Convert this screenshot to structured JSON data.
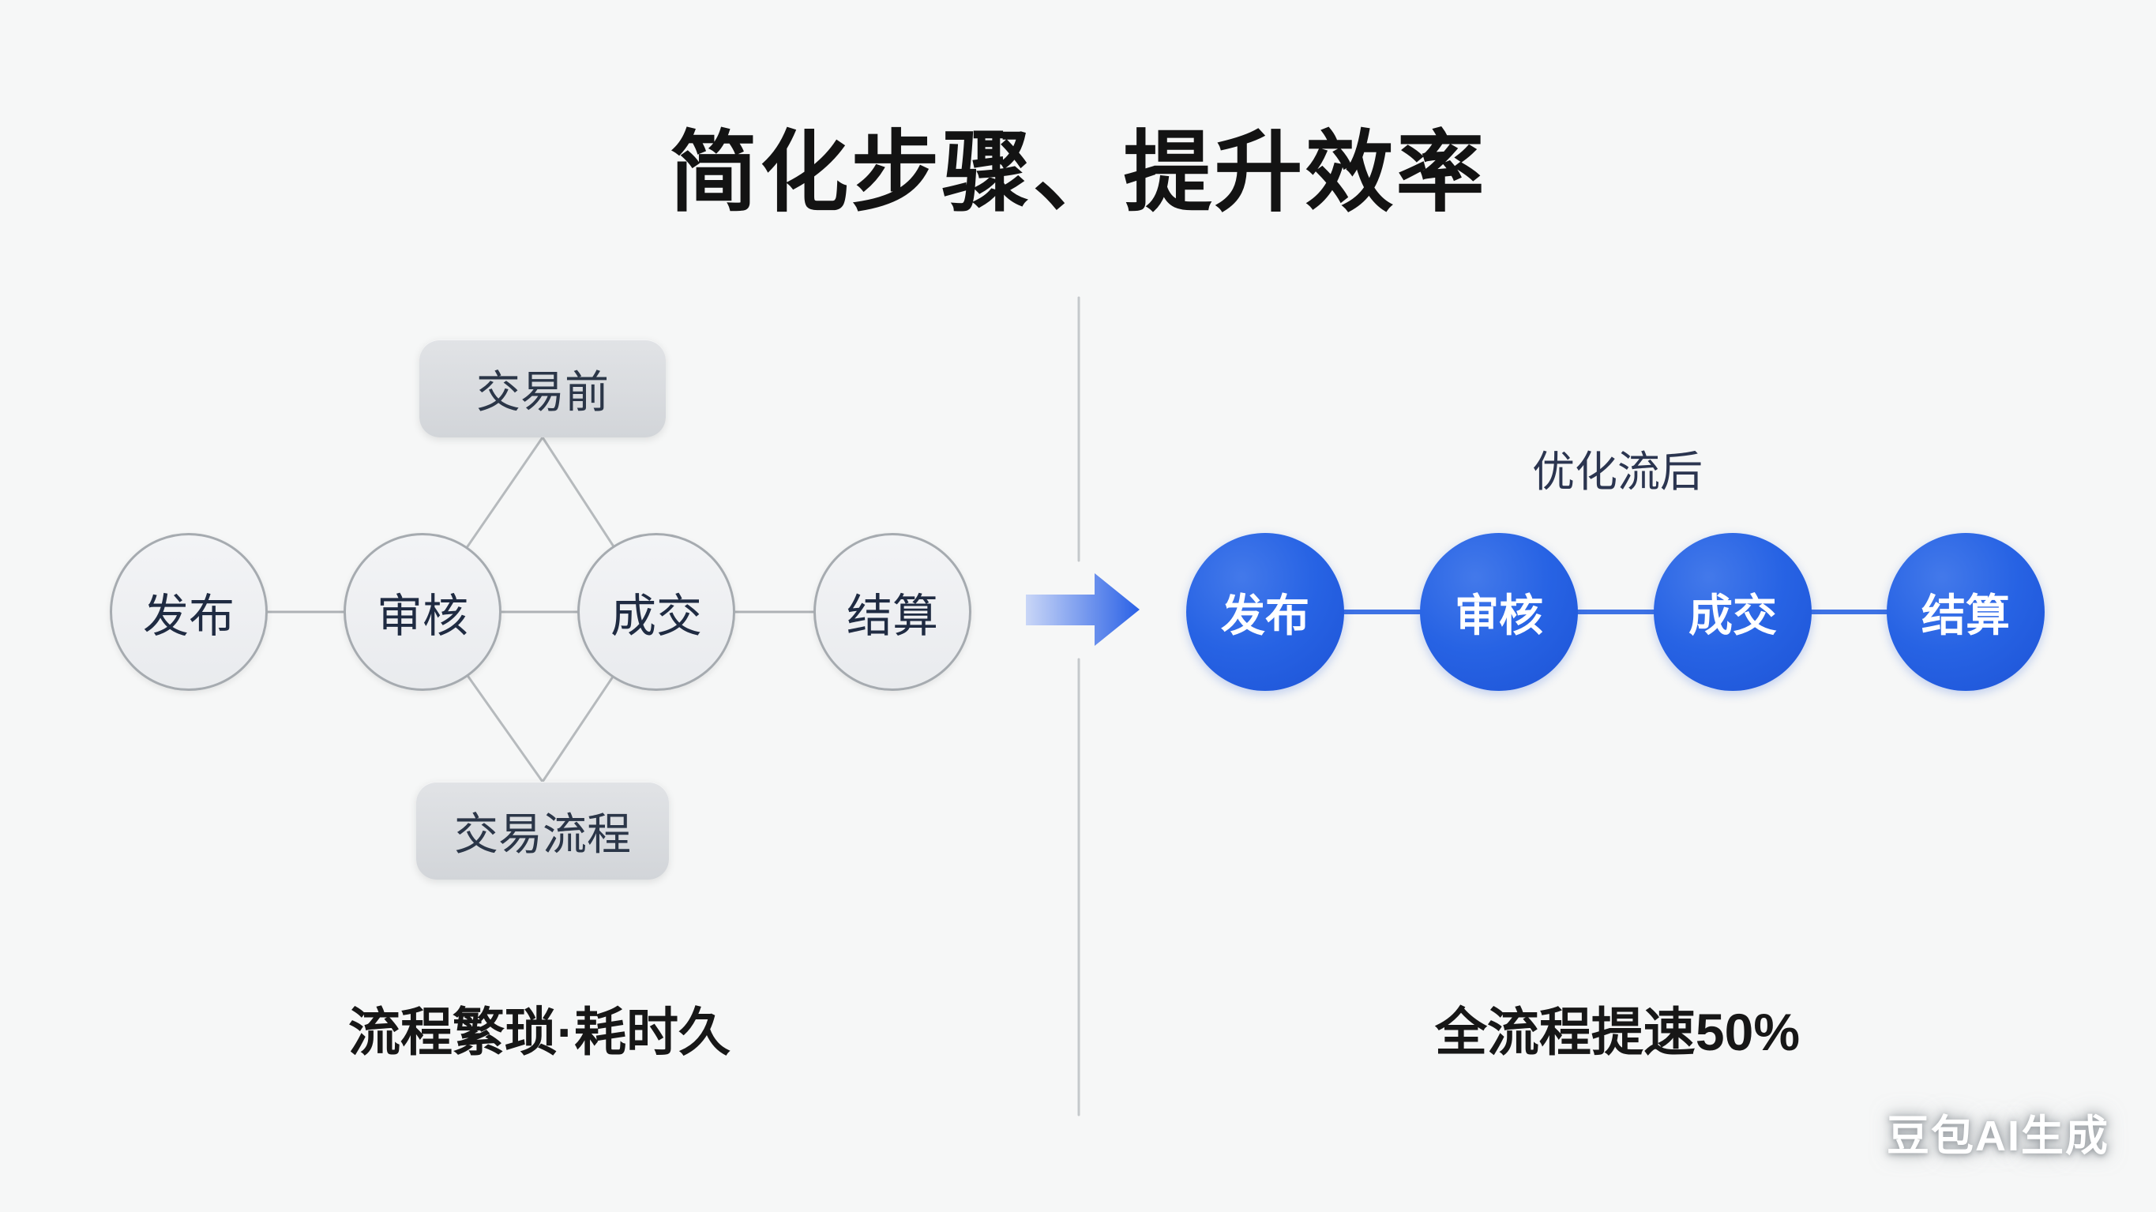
{
  "title": "简化步骤、提升效率",
  "before": {
    "group_top_label": "交易前",
    "group_bottom_label": "交易流程",
    "steps": [
      "发布",
      "审核",
      "成交",
      "结算"
    ],
    "caption": "流程繁琐·耗时久"
  },
  "after": {
    "label": "优化流后",
    "steps": [
      "发布",
      "审核",
      "成交",
      "结算"
    ],
    "caption": "全流程提速50%"
  },
  "watermark": "豆包AI生成",
  "colors": {
    "background": "#f6f7f7",
    "title_text": "#131313",
    "accent_blue": "#2763e4",
    "blue_connector": "#3e72e4",
    "gray_node_fill": "#eff1f3",
    "gray_node_border": "#a6abb0",
    "gray_box_fill": "#d7dade",
    "dark_navy_text": "#2b3648",
    "divider_gray": "#c4c8cb",
    "gray_connector": "#aeb2b6",
    "arrow_gradient_start": "#c9d6f7",
    "arrow_gradient_end": "#2a61e6"
  }
}
